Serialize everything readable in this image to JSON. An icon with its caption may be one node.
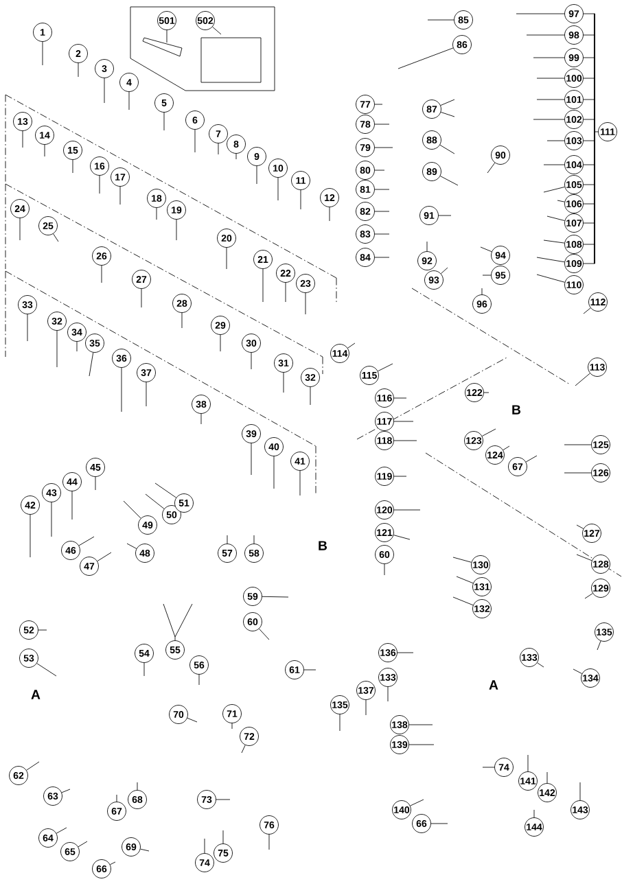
{
  "diagram": {
    "nodes": [
      {
        "text": [
          "1"
        ]
      },
      {
        "text": [
          "2"
        ]
      },
      {
        "text": [
          "3"
        ]
      },
      {
        "text": [
          "4"
        ]
      },
      {
        "text": [
          "5"
        ]
      },
      {
        "text": [
          "6"
        ]
      },
      {
        "text": [
          "7"
        ]
      },
      {
        "text": [
          "8"
        ]
      },
      {
        "text": [
          "9"
        ]
      },
      {
        "text": [
          "10"
        ]
      },
      {
        "text": [
          "11"
        ]
      },
      {
        "text": [
          "12"
        ]
      },
      {
        "text": [
          "13"
        ]
      },
      {
        "text": [
          "14"
        ]
      },
      {
        "text": [
          "15"
        ]
      },
      {
        "text": [
          "16"
        ]
      },
      {
        "text": [
          "17"
        ]
      },
      {
        "text": [
          "18"
        ]
      },
      {
        "text": [
          "19"
        ]
      },
      {
        "text": [
          "20"
        ]
      },
      {
        "text": [
          "21"
        ]
      },
      {
        "text": [
          "22"
        ]
      },
      {
        "text": [
          "23"
        ]
      },
      {
        "text": [
          "24"
        ]
      },
      {
        "text": [
          "25"
        ]
      },
      {
        "text": [
          "26"
        ]
      },
      {
        "text": [
          "27"
        ]
      },
      {
        "text": [
          "28"
        ]
      },
      {
        "text": [
          "29"
        ]
      },
      {
        "text": [
          "30"
        ]
      },
      {
        "text": [
          "31"
        ]
      },
      {
        "text": [
          "32"
        ]
      },
      {
        "text": [
          "32"
        ]
      },
      {
        "text": [
          "33"
        ]
      },
      {
        "text": [
          "34"
        ]
      },
      {
        "text": [
          "35"
        ]
      },
      {
        "text": [
          "36"
        ]
      },
      {
        "text": [
          "37"
        ]
      },
      {
        "text": [
          "38"
        ]
      },
      {
        "text": [
          "39"
        ]
      },
      {
        "text": [
          "40"
        ]
      },
      {
        "text": [
          "41"
        ]
      },
      {
        "text": [
          "42"
        ]
      },
      {
        "text": [
          "43"
        ]
      },
      {
        "text": [
          "44"
        ]
      },
      {
        "text": [
          "45"
        ]
      },
      {
        "text": [
          "46"
        ]
      },
      {
        "text": [
          "47"
        ]
      },
      {
        "text": [
          "48"
        ]
      },
      {
        "text": [
          "49"
        ]
      },
      {
        "text": [
          "50"
        ]
      },
      {
        "text": [
          "51"
        ]
      },
      {
        "text": [
          "52"
        ]
      },
      {
        "text": [
          "53"
        ]
      },
      {
        "text": [
          "54"
        ]
      },
      {
        "text": [
          "55"
        ]
      },
      {
        "text": [
          "56"
        ]
      },
      {
        "text": [
          "57"
        ]
      },
      {
        "text": [
          "58"
        ]
      },
      {
        "text": [
          "59"
        ]
      },
      {
        "text": [
          "60"
        ]
      },
      {
        "text": [
          "60"
        ]
      },
      {
        "text": [
          "61"
        ]
      },
      {
        "text": [
          "62"
        ]
      },
      {
        "text": [
          "63"
        ]
      },
      {
        "text": [
          "64"
        ]
      },
      {
        "text": [
          "65"
        ]
      },
      {
        "text": [
          "66"
        ]
      },
      {
        "text": [
          "66"
        ]
      },
      {
        "text": [
          "67"
        ]
      },
      {
        "text": [
          "67"
        ]
      },
      {
        "text": [
          "68"
        ]
      },
      {
        "text": [
          "69"
        ]
      },
      {
        "text": [
          "70"
        ]
      },
      {
        "text": [
          "71"
        ]
      },
      {
        "text": [
          "72"
        ]
      },
      {
        "text": [
          "73"
        ]
      },
      {
        "text": [
          "74"
        ]
      },
      {
        "text": [
          "74"
        ]
      },
      {
        "text": [
          "75"
        ]
      },
      {
        "text": [
          "76"
        ]
      },
      {
        "text": [
          "77"
        ]
      },
      {
        "text": [
          "78"
        ]
      },
      {
        "text": [
          "79"
        ]
      },
      {
        "text": [
          "80"
        ]
      },
      {
        "text": [
          "81"
        ]
      },
      {
        "text": [
          "82"
        ]
      },
      {
        "text": [
          "83"
        ]
      },
      {
        "text": [
          "84"
        ]
      },
      {
        "text": [
          "85"
        ]
      },
      {
        "text": [
          "86"
        ]
      },
      {
        "text": [
          "87"
        ]
      },
      {
        "text": [
          "88"
        ]
      },
      {
        "text": [
          "89"
        ]
      },
      {
        "text": [
          "90"
        ]
      },
      {
        "text": [
          "91"
        ]
      },
      {
        "text": [
          "92"
        ]
      },
      {
        "text": [
          "93"
        ]
      },
      {
        "text": [
          "94"
        ]
      },
      {
        "text": [
          "95"
        ]
      },
      {
        "text": [
          "96"
        ]
      },
      {
        "text": [
          "97"
        ]
      },
      {
        "text": [
          "98"
        ]
      },
      {
        "text": [
          "99"
        ]
      },
      {
        "text": [
          "100"
        ]
      },
      {
        "text": [
          "101"
        ]
      },
      {
        "text": [
          "102"
        ]
      },
      {
        "text": [
          "103"
        ]
      },
      {
        "text": [
          "104"
        ]
      },
      {
        "text": [
          "105"
        ]
      },
      {
        "text": [
          "106"
        ]
      },
      {
        "text": [
          "107"
        ]
      },
      {
        "text": [
          "108"
        ]
      },
      {
        "text": [
          "109"
        ]
      },
      {
        "text": [
          "110"
        ]
      },
      {
        "text": [
          "111"
        ]
      },
      {
        "text": [
          "112"
        ]
      },
      {
        "text": [
          "113"
        ]
      },
      {
        "text": [
          "114"
        ]
      },
      {
        "text": [
          "115"
        ]
      },
      {
        "text": [
          "116"
        ]
      },
      {
        "text": [
          "117"
        ]
      },
      {
        "text": [
          "118"
        ]
      },
      {
        "text": [
          "119"
        ]
      },
      {
        "text": [
          "120"
        ]
      },
      {
        "text": [
          "121"
        ]
      },
      {
        "text": [
          "122"
        ]
      },
      {
        "text": [
          "123"
        ]
      },
      {
        "text": [
          "124"
        ]
      },
      {
        "text": [
          "125"
        ]
      },
      {
        "text": [
          "126"
        ]
      },
      {
        "text": [
          "127"
        ]
      },
      {
        "text": [
          "128"
        ]
      },
      {
        "text": [
          "129"
        ]
      },
      {
        "text": [
          "130"
        ]
      },
      {
        "text": [
          "131"
        ]
      },
      {
        "text": [
          "132"
        ]
      },
      {
        "text": [
          "133"
        ]
      },
      {
        "text": [
          "133"
        ]
      },
      {
        "text": [
          "134"
        ]
      },
      {
        "text": [
          "135"
        ]
      },
      {
        "text": [
          "135"
        ]
      },
      {
        "text": [
          "136"
        ]
      },
      {
        "text": [
          "137"
        ]
      },
      {
        "text": [
          "138"
        ]
      },
      {
        "text": [
          "139"
        ]
      },
      {
        "text": [
          "140"
        ]
      },
      {
        "text": [
          "141"
        ]
      },
      {
        "text": [
          "142"
        ]
      },
      {
        "text": [
          "143"
        ]
      },
      {
        "text": [
          "144"
        ]
      },
      {
        "text": [
          "501"
        ]
      },
      {
        "text": [
          "502"
        ]
      },
      {
        "text": [],
        "shape": "bar"
      }
    ],
    "edges": [
      {
        "from": 0,
        "to": null,
        "arrow": "none"
      },
      {
        "from": 1,
        "to": null,
        "arrow": "none"
      },
      {
        "from": 2,
        "to": null,
        "arrow": "none"
      },
      {
        "from": 3,
        "to": null,
        "arrow": "none"
      },
      {
        "from": 4,
        "to": null,
        "arrow": "none"
      },
      {
        "from": 5,
        "to": null,
        "arrow": "none"
      },
      {
        "from": 6,
        "to": null,
        "arrow": "none"
      },
      {
        "from": 7,
        "to": null,
        "arrow": "none"
      },
      {
        "from": 8,
        "to": null,
        "arrow": "none"
      },
      {
        "from": 9,
        "to": null,
        "arrow": "none"
      },
      {
        "from": 10,
        "to": null,
        "arrow": "none"
      },
      {
        "from": 11,
        "to": null,
        "arrow": "none"
      },
      {
        "from": 12,
        "to": null,
        "arrow": "none"
      },
      {
        "from": 13,
        "to": null,
        "arrow": "none"
      },
      {
        "from": 14,
        "to": null,
        "arrow": "none"
      },
      {
        "from": 15,
        "to": null,
        "arrow": "none"
      },
      {
        "from": 16,
        "to": null,
        "arrow": "none"
      },
      {
        "from": 17,
        "to": null,
        "arrow": "none"
      },
      {
        "from": 18,
        "to": null,
        "arrow": "none"
      },
      {
        "from": 19,
        "to": null,
        "arrow": "none"
      },
      {
        "from": 20,
        "to": null,
        "arrow": "none"
      },
      {
        "from": 21,
        "to": null,
        "arrow": "none"
      },
      {
        "from": 22,
        "to": null,
        "arrow": "none"
      },
      {
        "from": 23,
        "to": null,
        "arrow": "none"
      },
      {
        "from": 24,
        "to": null,
        "arrow": "none"
      },
      {
        "from": 25,
        "to": null,
        "arrow": "none"
      },
      {
        "from": 26,
        "to": null,
        "arrow": "none"
      },
      {
        "from": 27,
        "to": null,
        "arrow": "none"
      },
      {
        "from": 28,
        "to": null,
        "arrow": "none"
      },
      {
        "from": 29,
        "to": null,
        "arrow": "none"
      },
      {
        "from": 30,
        "to": null,
        "arrow": "none"
      },
      {
        "from": 31,
        "to": null,
        "arrow": "none"
      },
      {
        "from": 32,
        "to": null,
        "arrow": "none"
      },
      {
        "from": 33,
        "to": null,
        "arrow": "none"
      },
      {
        "from": 34,
        "to": null,
        "arrow": "none"
      },
      {
        "from": 35,
        "to": null,
        "arrow": "none"
      },
      {
        "from": 36,
        "to": null,
        "arrow": "none"
      },
      {
        "from": 37,
        "to": null,
        "arrow": "none"
      },
      {
        "from": 38,
        "to": null,
        "arrow": "none"
      },
      {
        "from": 39,
        "to": null,
        "arrow": "none"
      },
      {
        "from": 40,
        "to": null,
        "arrow": "none"
      },
      {
        "from": 41,
        "to": null,
        "arrow": "none"
      },
      {
        "from": 42,
        "to": null,
        "arrow": "none"
      },
      {
        "from": 43,
        "to": null,
        "arrow": "none"
      },
      {
        "from": 44,
        "to": null,
        "arrow": "none"
      },
      {
        "from": 45,
        "to": null,
        "arrow": "none"
      },
      {
        "from": 46,
        "to": null,
        "arrow": "none"
      },
      {
        "from": 47,
        "to": null,
        "arrow": "none"
      },
      {
        "from": 48,
        "to": null,
        "arrow": "none"
      },
      {
        "from": 49,
        "to": null,
        "arrow": "none"
      },
      {
        "from": 50,
        "to": null,
        "arrow": "none"
      },
      {
        "from": 51,
        "to": null,
        "arrow": "none"
      },
      {
        "from": 52,
        "to": null,
        "arrow": "none"
      },
      {
        "from": 53,
        "to": null,
        "arrow": "none"
      },
      {
        "from": 54,
        "to": null,
        "arrow": "none"
      },
      {
        "from": 55,
        "to": null,
        "arrow": "none"
      },
      {
        "from": 56,
        "to": null,
        "arrow": "none"
      },
      {
        "from": 57,
        "to": null,
        "arrow": "none"
      },
      {
        "from": 58,
        "to": null,
        "arrow": "none"
      },
      {
        "from": 59,
        "to": null,
        "arrow": "none"
      },
      {
        "from": 60,
        "to": null,
        "arrow": "none"
      },
      {
        "from": 61,
        "to": null,
        "arrow": "none"
      },
      {
        "from": 62,
        "to": null,
        "arrow": "none"
      },
      {
        "from": 63,
        "to": null,
        "arrow": "none"
      },
      {
        "from": 64,
        "to": null,
        "arrow": "none"
      },
      {
        "from": 65,
        "to": null,
        "arrow": "none"
      },
      {
        "from": 66,
        "to": null,
        "arrow": "none"
      },
      {
        "from": 67,
        "to": null,
        "arrow": "none"
      },
      {
        "from": 68,
        "to": null,
        "arrow": "none"
      },
      {
        "from": 69,
        "to": null,
        "arrow": "none"
      },
      {
        "from": 70,
        "to": null,
        "arrow": "none"
      },
      {
        "from": 71,
        "to": null,
        "arrow": "none"
      },
      {
        "from": 72,
        "to": null,
        "arrow": "none"
      },
      {
        "from": 73,
        "to": null,
        "arrow": "none"
      },
      {
        "from": 74,
        "to": null,
        "arrow": "none"
      },
      {
        "from": 75,
        "to": null,
        "arrow": "none"
      },
      {
        "from": 76,
        "to": null,
        "arrow": "none"
      },
      {
        "from": 77,
        "to": null,
        "arrow": "none"
      },
      {
        "from": 78,
        "to": null,
        "arrow": "none"
      },
      {
        "from": 79,
        "to": null,
        "arrow": "none"
      },
      {
        "from": 80,
        "to": null,
        "arrow": "none"
      },
      {
        "from": 81,
        "to": null,
        "arrow": "none"
      },
      {
        "from": 82,
        "to": null,
        "arrow": "none"
      },
      {
        "from": 83,
        "to": null,
        "arrow": "none"
      },
      {
        "from": 84,
        "to": null,
        "arrow": "none"
      },
      {
        "from": 85,
        "to": null,
        "arrow": "none"
      },
      {
        "from": 86,
        "to": null,
        "arrow": "none"
      },
      {
        "from": 87,
        "to": null,
        "arrow": "none"
      },
      {
        "from": 88,
        "to": null,
        "arrow": "none"
      },
      {
        "from": 89,
        "to": null,
        "arrow": "none"
      },
      {
        "from": 90,
        "to": null,
        "arrow": "none"
      },
      {
        "from": 91,
        "to": null,
        "arrow": "none"
      },
      {
        "from": 91,
        "to": null,
        "arrow": "none"
      },
      {
        "from": 92,
        "to": null,
        "arrow": "none"
      },
      {
        "from": 93,
        "to": null,
        "arrow": "none"
      },
      {
        "from": 94,
        "to": null,
        "arrow": "none"
      },
      {
        "from": 95,
        "to": null,
        "arrow": "none"
      },
      {
        "from": 96,
        "to": null,
        "arrow": "none"
      },
      {
        "from": 97,
        "to": null,
        "arrow": "none"
      },
      {
        "from": 98,
        "to": null,
        "arrow": "none"
      },
      {
        "from": 99,
        "to": null,
        "arrow": "none"
      },
      {
        "from": 100,
        "to": null,
        "arrow": "none"
      },
      {
        "from": 101,
        "to": null,
        "arrow": "none"
      },
      {
        "from": 102,
        "to": null,
        "arrow": "none"
      },
      {
        "from": 103,
        "to": null,
        "arrow": "none"
      },
      {
        "from": 104,
        "to": null,
        "arrow": "none"
      },
      {
        "from": 105,
        "to": null,
        "arrow": "none"
      },
      {
        "from": 106,
        "to": null,
        "arrow": "none"
      },
      {
        "from": 107,
        "to": null,
        "arrow": "none"
      },
      {
        "from": 108,
        "to": null,
        "arrow": "none"
      },
      {
        "from": 109,
        "to": null,
        "arrow": "none"
      },
      {
        "from": 110,
        "to": null,
        "arrow": "none"
      },
      {
        "from": 111,
        "to": null,
        "arrow": "none"
      },
      {
        "from": 112,
        "to": null,
        "arrow": "none"
      },
      {
        "from": 113,
        "to": null,
        "arrow": "none"
      },
      {
        "from": 114,
        "to": null,
        "arrow": "none"
      },
      {
        "from": 115,
        "to": 153,
        "arrow": "none"
      },
      {
        "from": 116,
        "to": null,
        "arrow": "none"
      },
      {
        "from": 117,
        "to": null,
        "arrow": "none"
      },
      {
        "from": 118,
        "to": null,
        "arrow": "none"
      },
      {
        "from": 119,
        "to": null,
        "arrow": "none"
      },
      {
        "from": 120,
        "to": null,
        "arrow": "none"
      },
      {
        "from": 121,
        "to": null,
        "arrow": "none"
      },
      {
        "from": 122,
        "to": null,
        "arrow": "none"
      },
      {
        "from": 123,
        "to": null,
        "arrow": "none"
      },
      {
        "from": 124,
        "to": null,
        "arrow": "none"
      },
      {
        "from": 125,
        "to": null,
        "arrow": "none"
      },
      {
        "from": 126,
        "to": null,
        "arrow": "none"
      },
      {
        "from": 127,
        "to": null,
        "arrow": "none"
      },
      {
        "from": 128,
        "to": null,
        "arrow": "none"
      },
      {
        "from": 129,
        "to": null,
        "arrow": "none"
      },
      {
        "from": 130,
        "to": null,
        "arrow": "none"
      },
      {
        "from": 131,
        "to": null,
        "arrow": "none"
      },
      {
        "from": 132,
        "to": null,
        "arrow": "none"
      },
      {
        "from": 133,
        "to": null,
        "arrow": "none"
      },
      {
        "from": 134,
        "to": null,
        "arrow": "none"
      },
      {
        "from": 135,
        "to": null,
        "arrow": "none"
      },
      {
        "from": 136,
        "to": null,
        "arrow": "none"
      },
      {
        "from": 137,
        "to": null,
        "arrow": "none"
      },
      {
        "from": 138,
        "to": null,
        "arrow": "none"
      },
      {
        "from": 139,
        "to": null,
        "arrow": "none"
      },
      {
        "from": 140,
        "to": null,
        "arrow": "none"
      },
      {
        "from": 141,
        "to": null,
        "arrow": "none"
      },
      {
        "from": 142,
        "to": null,
        "arrow": "none"
      },
      {
        "from": 143,
        "to": null,
        "arrow": "none"
      },
      {
        "from": 144,
        "to": null,
        "arrow": "none"
      },
      {
        "from": 145,
        "to": null,
        "arrow": "none"
      },
      {
        "from": 146,
        "to": null,
        "arrow": "none"
      },
      {
        "from": 147,
        "to": null,
        "arrow": "none"
      },
      {
        "from": 148,
        "to": null,
        "arrow": "none"
      },
      {
        "from": 149,
        "to": null,
        "arrow": "none"
      },
      {
        "from": 150,
        "to": null,
        "arrow": "none"
      },
      {
        "from": 151,
        "to": null,
        "arrow": "none"
      },
      {
        "from": 152,
        "to": null,
        "arrow": "none"
      },
      {
        "from": 101,
        "to": 153,
        "arrow": "none"
      },
      {
        "from": 102,
        "to": 153,
        "arrow": "none"
      },
      {
        "from": 103,
        "to": 153,
        "arrow": "none"
      },
      {
        "from": 104,
        "to": 153,
        "arrow": "none"
      },
      {
        "from": 105,
        "to": 153,
        "arrow": "none"
      },
      {
        "from": 106,
        "to": 153,
        "arrow": "none"
      },
      {
        "from": 107,
        "to": 153,
        "arrow": "none"
      },
      {
        "from": 108,
        "to": 153,
        "arrow": "none"
      },
      {
        "from": 109,
        "to": 153,
        "arrow": "none"
      },
      {
        "from": 110,
        "to": 153,
        "arrow": "none"
      },
      {
        "from": 111,
        "to": 153,
        "arrow": "none"
      },
      {
        "from": 112,
        "to": 153,
        "arrow": "none"
      },
      {
        "from": 113,
        "to": 153,
        "arrow": "none"
      }
    ],
    "labels": [
      "B",
      "B",
      "A",
      "A"
    ]
  }
}
